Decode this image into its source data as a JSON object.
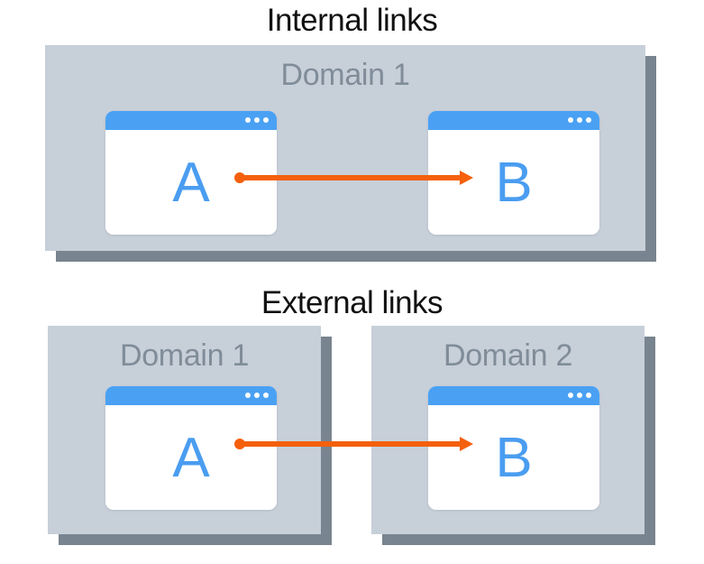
{
  "diagram": {
    "title_internal": "Internal links",
    "title_external": "External links",
    "colors": {
      "domain_box": "#c7cfd9",
      "domain_shadow": "#78848f",
      "browser_titlebar": "#4aa1f3",
      "page_letter": "#4a9df0",
      "arrow": "#f4600c",
      "heading_text": "#111111",
      "domain_label_text": "#808d99",
      "background": "#ffffff"
    }
  },
  "sections": [
    {
      "id": "internal",
      "heading": "Internal links",
      "domains": [
        {
          "label": "Domain 1",
          "pages": [
            {
              "letter": "A",
              "role": "source"
            },
            {
              "letter": "B",
              "role": "target"
            }
          ]
        }
      ],
      "link": {
        "from": "A",
        "to": "B",
        "scope": "same-domain",
        "icon": "arrow-right-icon"
      }
    },
    {
      "id": "external",
      "heading": "External links",
      "domains": [
        {
          "label": "Domain 1",
          "pages": [
            {
              "letter": "A",
              "role": "source"
            }
          ]
        },
        {
          "label": "Domain 2",
          "pages": [
            {
              "letter": "B",
              "role": "target"
            }
          ]
        }
      ],
      "link": {
        "from": "A",
        "to": "B",
        "scope": "cross-domain",
        "icon": "arrow-right-icon"
      }
    }
  ],
  "browser_chrome": {
    "dots_count": 3,
    "dot_name": "window-control-dot"
  }
}
